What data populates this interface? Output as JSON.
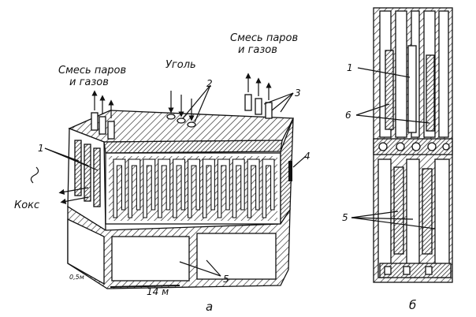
{
  "labels": {
    "gas_left": [
      "Смесь паров",
      "и газов"
    ],
    "gas_right": [
      "Смесь паров",
      "и газов"
    ],
    "coal": "Уголь",
    "coke": "Кокс",
    "n1_a": "1",
    "n2": "2",
    "n3": "3",
    "n4": "4",
    "n5_a": "5",
    "n1_b": "1",
    "n6": "6",
    "n5_b": "5",
    "caption_a": "а",
    "caption_b": "б",
    "scale_small": "0,5м",
    "scale_big": "14 м"
  }
}
